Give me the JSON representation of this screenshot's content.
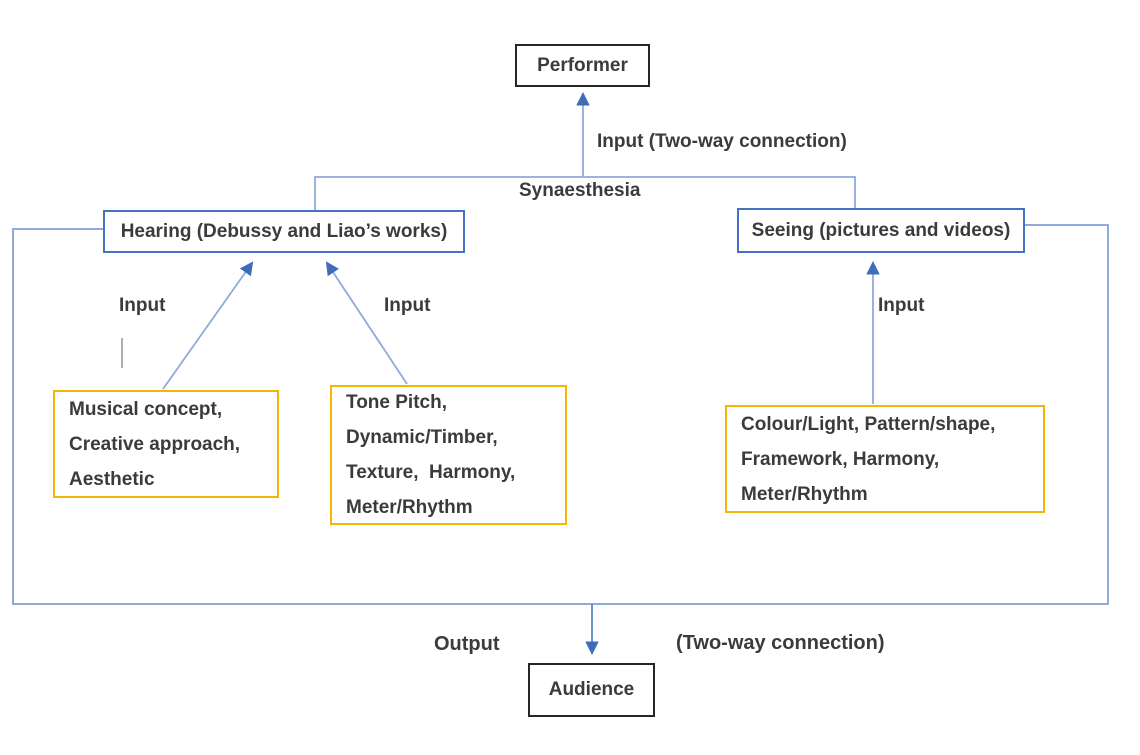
{
  "diagram": {
    "nodes": {
      "performer": {
        "label": "Performer"
      },
      "hearing": {
        "label": "Hearing (Debussy and Liao’s works)"
      },
      "seeing": {
        "label": "Seeing (pictures and videos)"
      },
      "audience": {
        "label": "Audience"
      },
      "musical_concept": {
        "lines": [
          "Musical concept,",
          "Creative approach,",
          "Aesthetic"
        ]
      },
      "tone_pitch": {
        "lines": [
          "Tone Pitch,",
          "Dynamic/Timber,",
          "Texture,  Harmony,",
          "Meter/Rhythm"
        ]
      },
      "colour_light": {
        "lines": [
          "Colour/Light, Pattern/shape,",
          "Framework, Harmony,",
          "Meter/Rhythm"
        ]
      }
    },
    "labels": {
      "input_two_way": "Input (Two-way connection)",
      "synaesthesia": "Synaesthesia",
      "input_left": "Input",
      "input_middle": "Input",
      "input_right": "Input",
      "output": "Output",
      "two_way_bottom": "(Two-way connection)"
    },
    "colors": {
      "blue_box_border": "#4472c4",
      "yellow_box_border": "#f2b705",
      "black_box_border": "#262626",
      "connector_line": "#8faadc",
      "arrowhead": "#3f6cb8",
      "stray_tick_gray": "#9a9a9a",
      "text": "#3b3b3b",
      "background": "#ffffff"
    }
  }
}
